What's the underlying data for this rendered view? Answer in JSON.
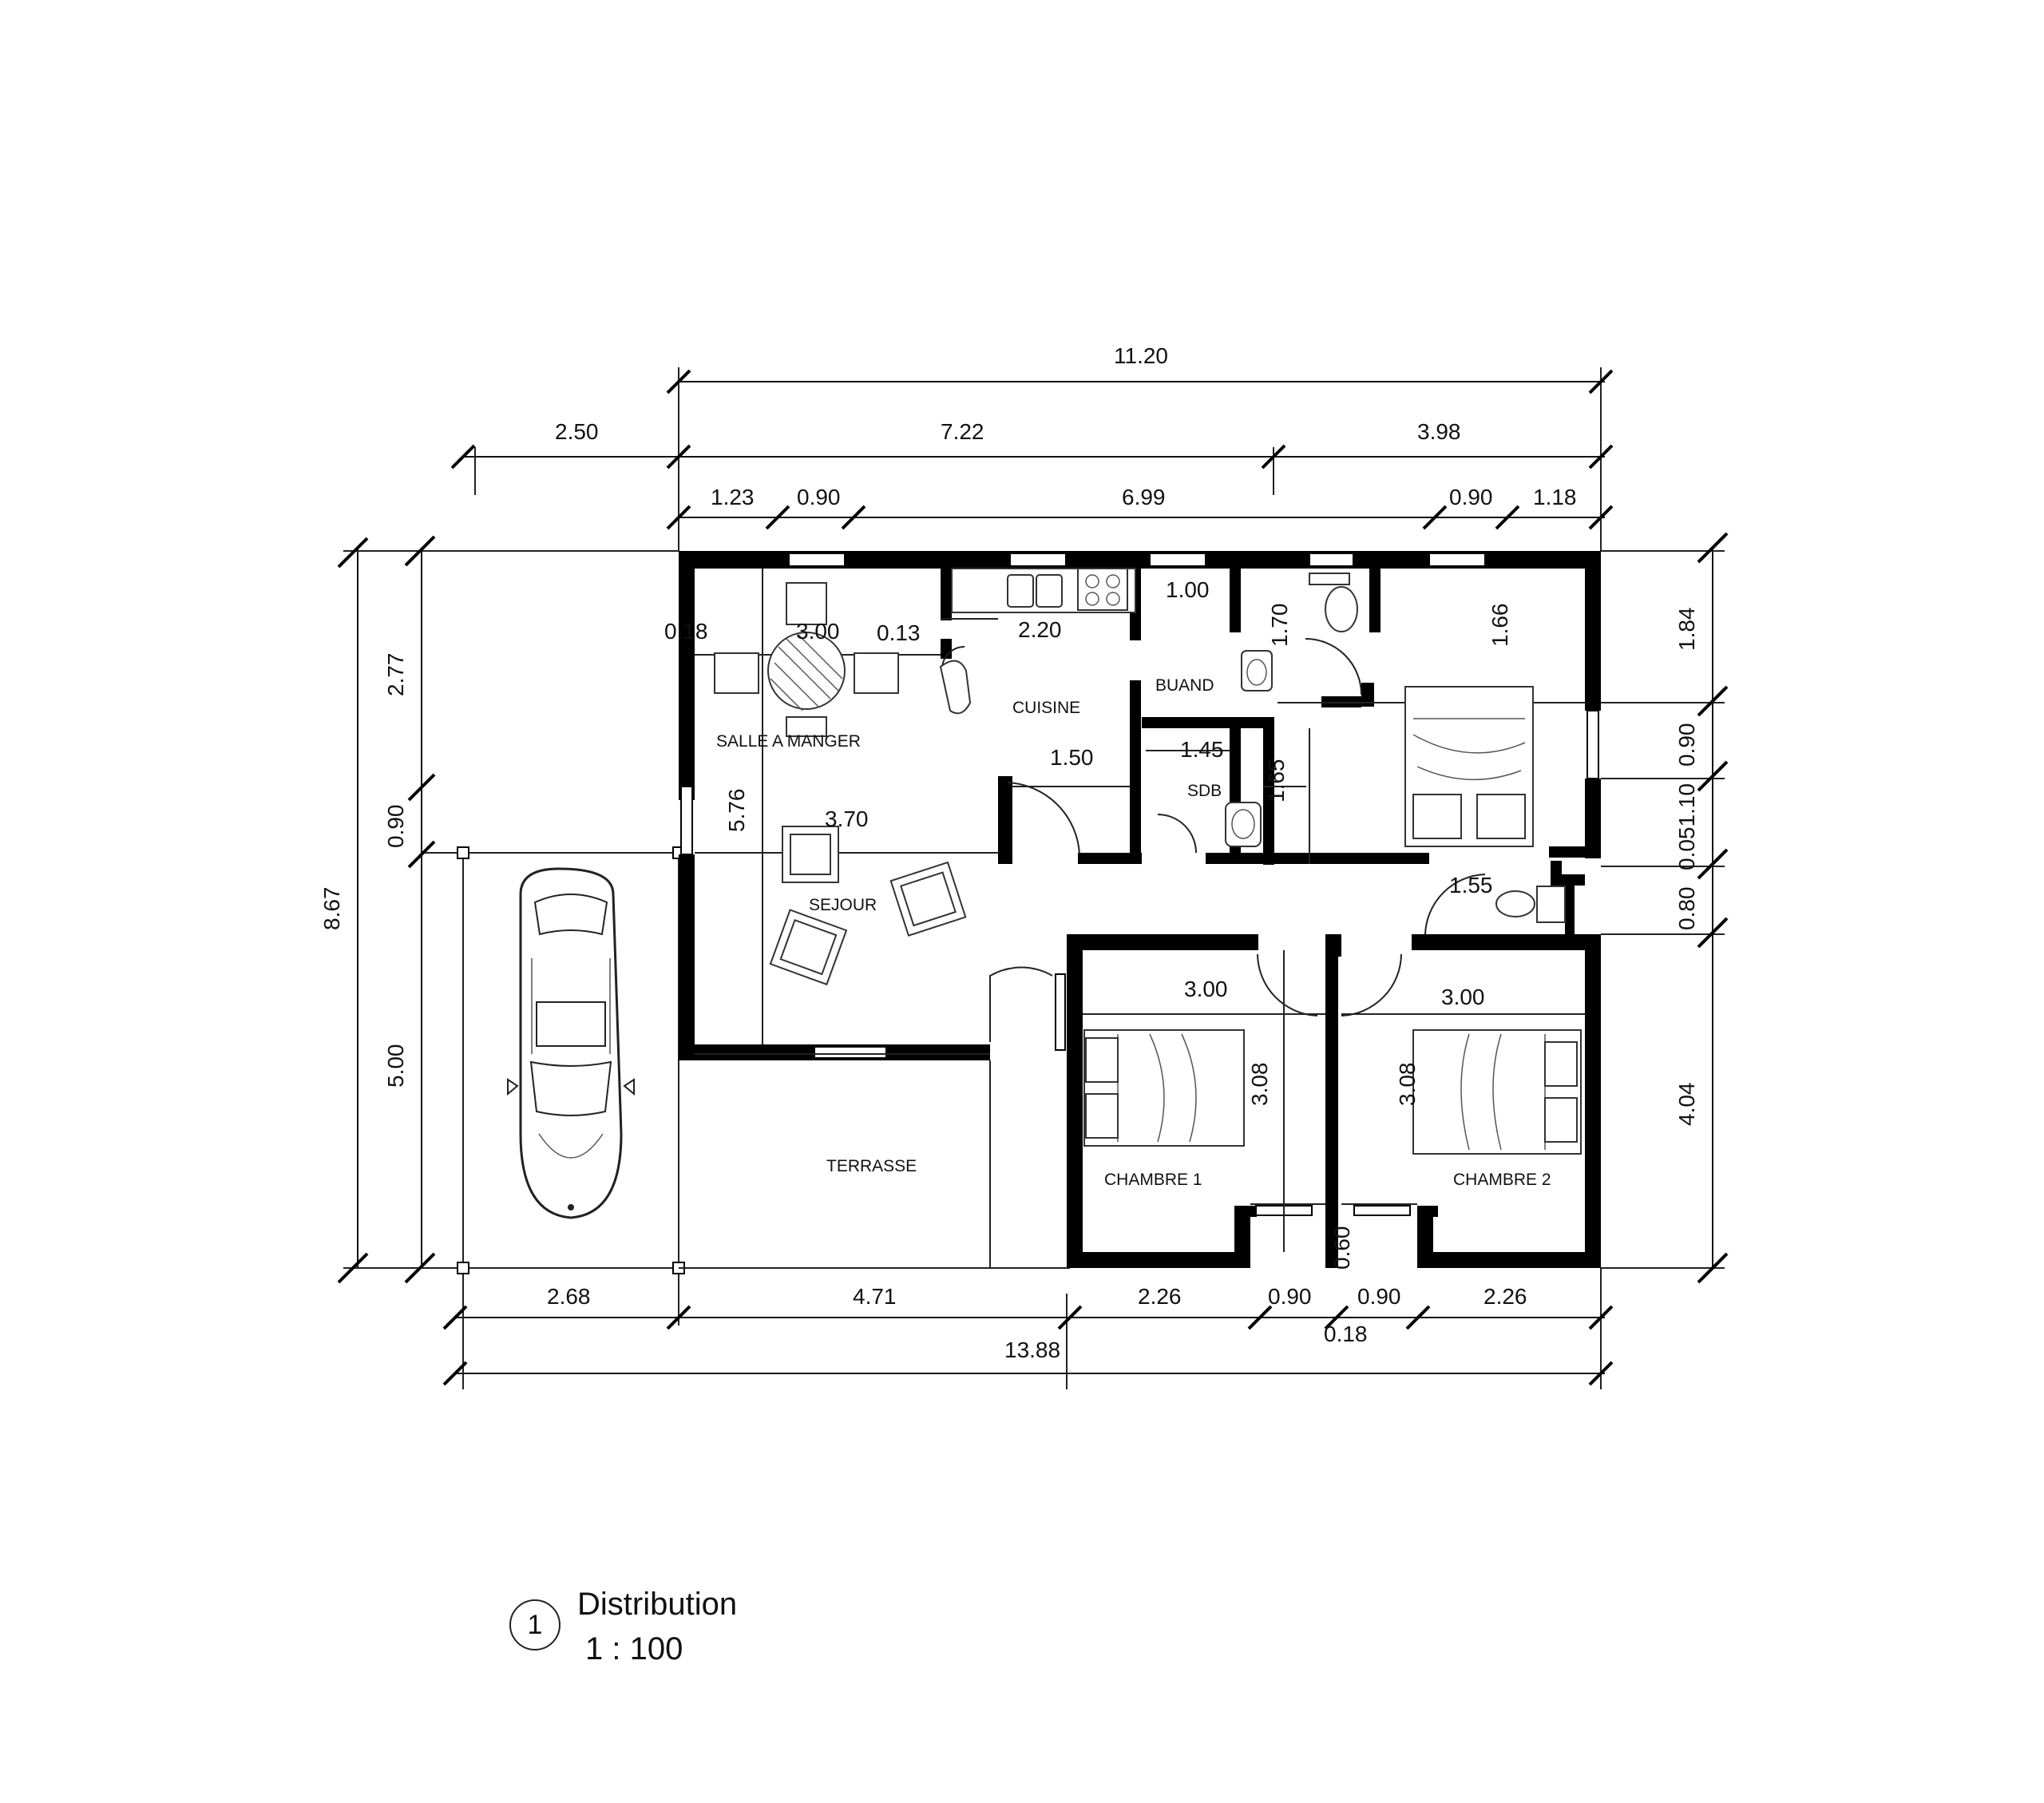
{
  "drawing": {
    "view_number": "1",
    "view_name": "Distribution",
    "scale": "1 : 100"
  },
  "rooms": {
    "salle_a_manger": "SALLE A MANGER",
    "cuisine": "CUISINE",
    "buand": "BUAND",
    "sdb": "SDB",
    "sejour": "SEJOUR",
    "terrasse": "TERRASSE",
    "chambre_1": "CHAMBRE 1",
    "chambre_2": "CHAMBRE 2"
  },
  "dimensions": {
    "top_overall": "11.20",
    "top_2_50": "2.50",
    "top_7_22": "7.22",
    "top_3_98": "3.98",
    "top_1_23": "1.23",
    "top_0_90_a": "0.90",
    "top_6_99": "6.99",
    "top_0_90_b": "0.90",
    "top_1_18": "1.18",
    "left_overall": "8.67",
    "left_2_77": "2.77",
    "left_0_90": "0.90",
    "left_5_00": "5.00",
    "right_1_84": "1.84",
    "right_0_90": "0.90",
    "right_0_051_10": "0.051.10",
    "right_0_80": "0.80",
    "right_4_04": "4.04",
    "bottom_2_68": "2.68",
    "bottom_4_71": "4.71",
    "bottom_2_26_a": "2.26",
    "bottom_0_90_a": "0.90",
    "bottom_0_90_b": "0.90",
    "bottom_2_26_b": "2.26",
    "bottom_0_18": "0.18",
    "bottom_overall": "13.88",
    "int_0_18": "0.18",
    "int_3_00_dining": "3.00",
    "int_0_13": "0.13",
    "int_2_20": "2.20",
    "int_1_00": "1.00",
    "int_1_70": "1.70",
    "int_1_66": "1.66",
    "int_1_50": "1.50",
    "int_1_45": "1.45",
    "int_1_65": "1.65",
    "int_5_76": "5.76",
    "int_3_70": "3.70",
    "int_1_55": "1.55",
    "int_3_00_ch1": "3.00",
    "int_3_00_ch2": "3.00",
    "int_3_08_ch1": "3.08",
    "int_3_08_ch2": "3.08",
    "int_0_60": "0.60"
  }
}
